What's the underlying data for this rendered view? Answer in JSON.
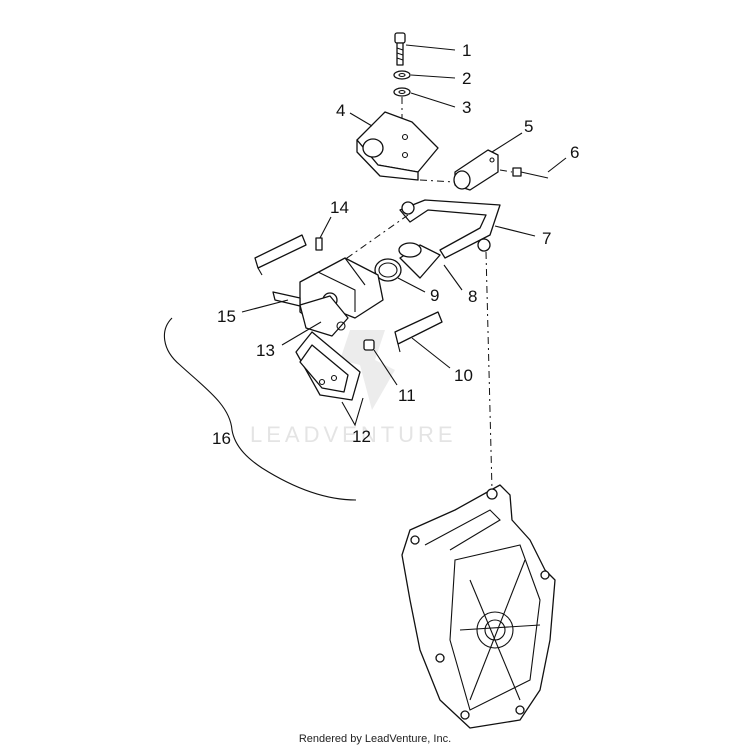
{
  "diagram": {
    "callouts": [
      "1",
      "2",
      "3",
      "4",
      "5",
      "6",
      "7",
      "8",
      "9",
      "10",
      "11",
      "12",
      "13",
      "14",
      "15",
      "16"
    ]
  },
  "watermark": {
    "text": "LEADVENTURE"
  },
  "footer": {
    "text": "Rendered by LeadVenture, Inc."
  }
}
